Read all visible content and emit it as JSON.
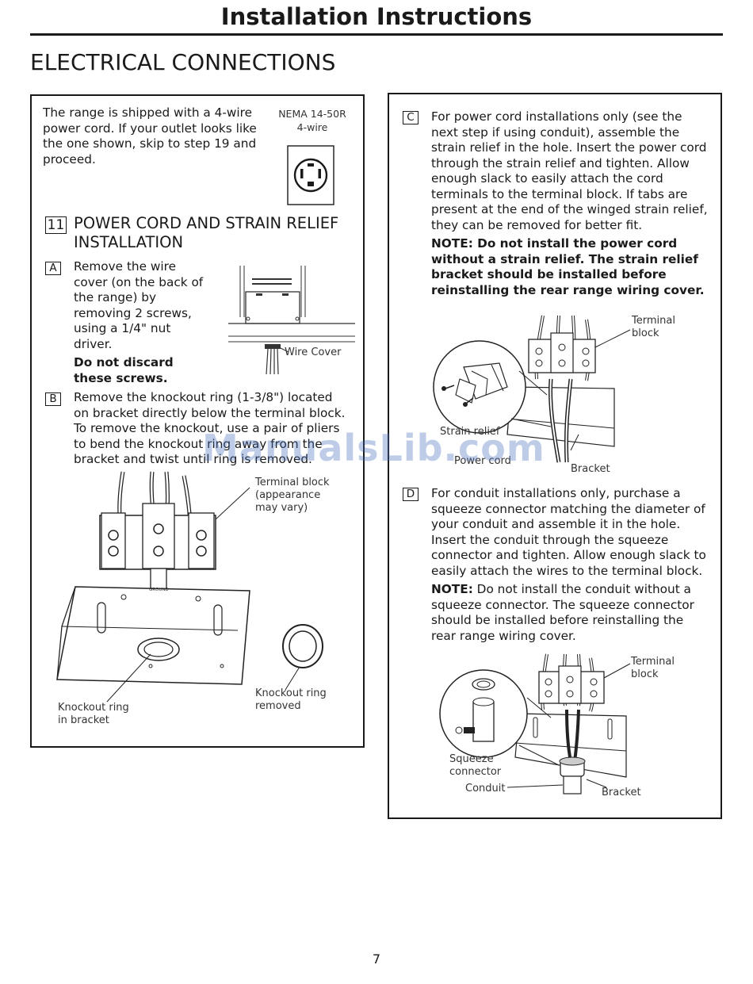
{
  "header": {
    "title": "Installation Instructions"
  },
  "section_title": "ELECTRICAL CONNECTIONS",
  "left_panel": {
    "intro": "The range is shipped with a 4-wire power cord. If your outlet looks like the one shown, skip to step 19 and proceed.",
    "outlet_caption_line1": "NEMA 14-50R",
    "outlet_caption_line2": "4-wire",
    "step_number": "11",
    "step_title": "POWER CORD AND STRAIN RELIEF INSTALLATION",
    "a": {
      "letter": "A",
      "text": "Remove the wire cover (on the back of the range) by removing 2 screws, using a 1/4\" nut driver.",
      "note": "Do not discard these screws.",
      "fig_label": "Wire Cover"
    },
    "b": {
      "letter": "B",
      "text": "Remove the knockout ring (1-3/8\") located on bracket directly below the terminal block. To remove the knockout, use a pair of pliers to bend the knockout ring away from the bracket and twist until ring is removed.",
      "label_terminal": "Terminal block (appearance may vary)",
      "label_ring_bracket": "Knockout ring in bracket",
      "label_ring_removed": "Knockout ring removed",
      "ground_tag": "GROUND"
    }
  },
  "right_panel": {
    "c": {
      "letter": "C",
      "text": "For power cord installations only (see the next step if using conduit), assemble the strain relief in the hole. Insert the power cord through the strain relief and tighten. Allow enough slack to easily attach the cord terminals to the terminal block. If tabs are present at the end of the winged strain relief, they can be removed for better fit.",
      "note": "NOTE: Do not install the power cord without a strain relief. The strain relief bracket should be installed before reinstalling the rear range wiring cover.",
      "label_terminal": "Terminal block",
      "label_strain": "Strain relief",
      "label_cord": "Power cord",
      "label_bracket": "Bracket"
    },
    "d": {
      "letter": "D",
      "text": "For conduit installations only, purchase a squeeze connector matching the diameter of your conduit and assemble it in the hole. Insert the conduit through the squeeze connector and tighten. Allow enough slack to easily attach the wires to the terminal block.",
      "note_label": "NOTE:",
      "note_text": " Do not install the conduit without a squeeze connector. The squeeze connector should be installed before reinstalling the rear range wiring cover.",
      "label_terminal": "Terminal block",
      "label_squeeze": "Squeeze connector",
      "label_conduit": "Conduit",
      "label_bracket": "Bracket"
    }
  },
  "watermark": "ManualsLib.com",
  "page_number": "7"
}
